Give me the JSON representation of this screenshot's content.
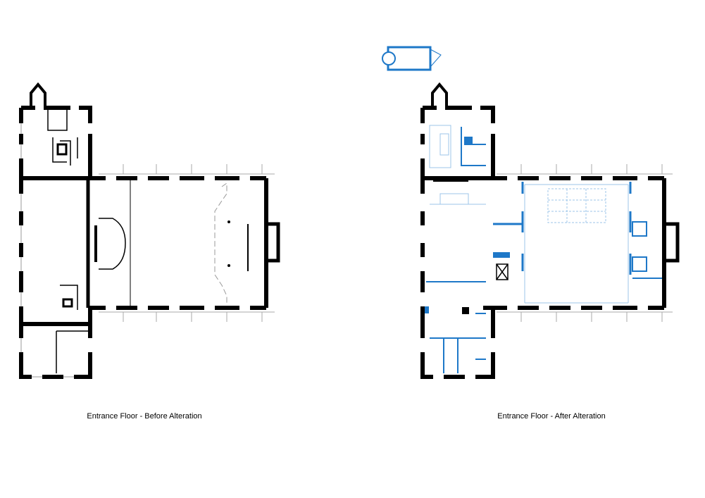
{
  "plans": [
    {
      "id": "before",
      "caption": "Entrance Floor - Before Alteration"
    },
    {
      "id": "after",
      "caption": "Entrance Floor - After Alteration"
    }
  ],
  "colors": {
    "wall_existing": "#000000",
    "wall_new": "#1e78c8",
    "line_new_light": "#9cc6ea",
    "window": "#9a9a9a"
  }
}
